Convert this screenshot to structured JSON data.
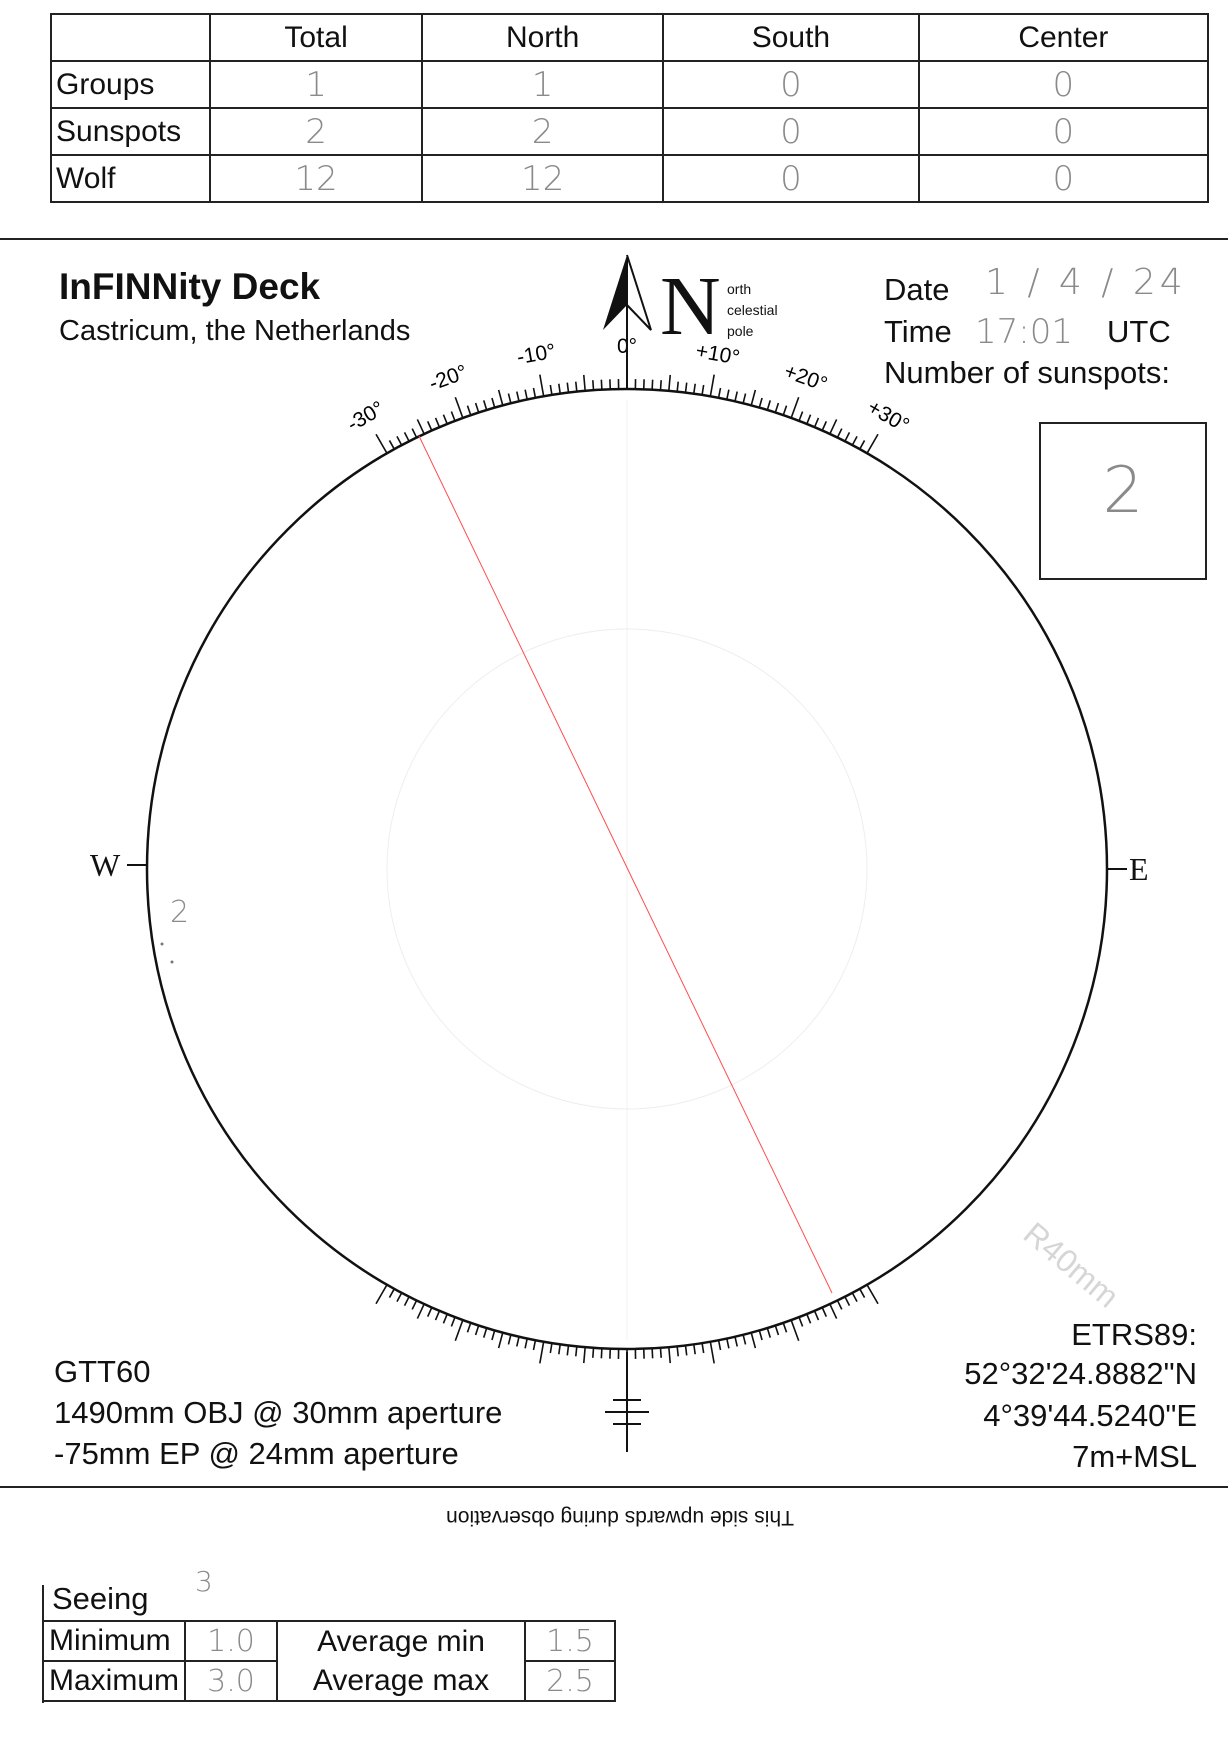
{
  "counts_table": {
    "headers": [
      "",
      "Total",
      "North",
      "South",
      "Center"
    ],
    "rows": [
      {
        "label": "Groups",
        "values": [
          "1",
          "1",
          "0",
          "0"
        ]
      },
      {
        "label": "Sunspots",
        "values": [
          "2",
          "2",
          "0",
          "0"
        ]
      },
      {
        "label": "Wolf",
        "values": [
          "12",
          "12",
          "0",
          "0"
        ]
      }
    ]
  },
  "header": {
    "title": "InFINNity Deck",
    "location": "Castricum, the Netherlands",
    "north_letter": "N",
    "north_note": [
      "orth",
      "celestial",
      "pole"
    ]
  },
  "observation": {
    "date_label": "Date",
    "date_value": "1 / 4 / 24",
    "time_label": "Time",
    "time_value": "17:01",
    "time_unit": "UTC",
    "sunspots_label": "Number of sunspots:",
    "sunspots_value": "2"
  },
  "disk": {
    "west": "W",
    "east": "E",
    "scale_labels": [
      {
        "deg": -30,
        "text": "-30°"
      },
      {
        "deg": -20,
        "text": "-20°"
      },
      {
        "deg": -10,
        "text": "-10°"
      },
      {
        "deg": 0,
        "text": "0°"
      },
      {
        "deg": 10,
        "text": "+10°"
      },
      {
        "deg": 20,
        "text": "+20°"
      },
      {
        "deg": 30,
        "text": "+30°"
      }
    ],
    "spot_annotation": "2",
    "watermark": "R40mm",
    "axis_color": "#ff4d4d"
  },
  "instrument": {
    "name": "GTT60",
    "objective": "1490mm OBJ @ 30mm aperture",
    "eyepiece": "-75mm EP @ 24mm aperture"
  },
  "position": {
    "datum": "ETRS89:",
    "lat": "52°32'24.8882\"N",
    "lon": "4°39'44.5240\"E",
    "alt": "7m+MSL"
  },
  "orientation_note": "This side upwards during observation",
  "seeing": {
    "label": "Seeing",
    "value": "3",
    "minimum_label": "Minimum",
    "minimum_value": "1.0",
    "maximum_label": "Maximum",
    "maximum_value": "3.0",
    "avg_min_label": "Average min",
    "avg_min_value": "1.5",
    "avg_max_label": "Average max",
    "avg_max_value": "2.5"
  }
}
